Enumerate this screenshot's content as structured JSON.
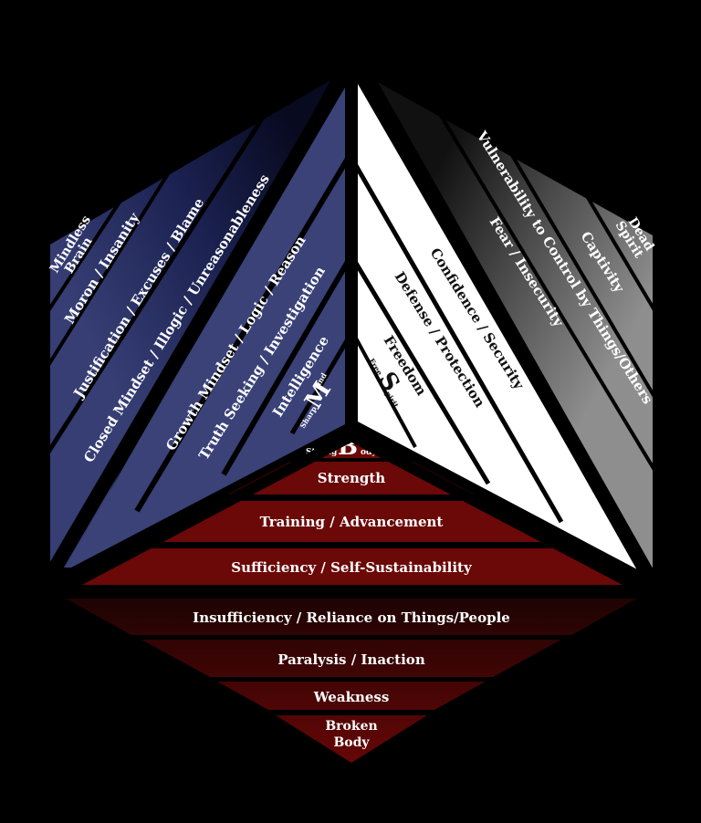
{
  "diagram": {
    "colors": {
      "background": "#000000",
      "mind_light": "#3a4277",
      "mind_dark": "#0d1030",
      "spirit_light": "#ffffff",
      "spirit_dark_start": "#1a1a1a",
      "spirit_dark_end": "#8a8a8a",
      "body": "#6b0808",
      "body_dark": "#2a0404"
    },
    "mind": {
      "positive": [
        {
          "text": "Growth Mindset / Logic / Reason"
        },
        {
          "text": "Truth Seeking / Investigation"
        },
        {
          "text": "Intelligence"
        }
      ],
      "peak": {
        "small": "Sharp",
        "big": "M",
        "rest": "ind"
      },
      "negative": [
        {
          "text": "Closed Mindset / Illogic / Unreasonableness"
        },
        {
          "text": "Justification / Excuses / Blame"
        },
        {
          "text": "Moron / Insanity"
        }
      ],
      "bottom": {
        "line1": "Mindless",
        "line2": "Brain"
      }
    },
    "spirit": {
      "positive": [
        {
          "text": "Confidence / Security"
        },
        {
          "text": "Defense / Protection"
        },
        {
          "text": "Freedom"
        }
      ],
      "peak": {
        "small": "Free",
        "big": "S",
        "rest": "pirit"
      },
      "negative": [
        {
          "text": "Vulnerability to Control by Things/Others"
        },
        {
          "text": "Fear / Insecurity"
        },
        {
          "text": "Captivity"
        }
      ],
      "bottom": {
        "line1": "Dead",
        "line2": "Spirit"
      }
    },
    "body": {
      "peak": {
        "small": "Strong",
        "big": "B",
        "rest": "ody"
      },
      "positive": [
        {
          "text": "Strength"
        },
        {
          "text": "Training / Advancement"
        },
        {
          "text": "Sufficiency / Self-Sustainability"
        }
      ],
      "negative": [
        {
          "text": "Insufficiency / Reliance on Things/People"
        },
        {
          "text": "Paralysis / Inaction"
        },
        {
          "text": "Weakness"
        }
      ],
      "bottom": {
        "line1": "Broken",
        "line2": "Body"
      }
    }
  }
}
